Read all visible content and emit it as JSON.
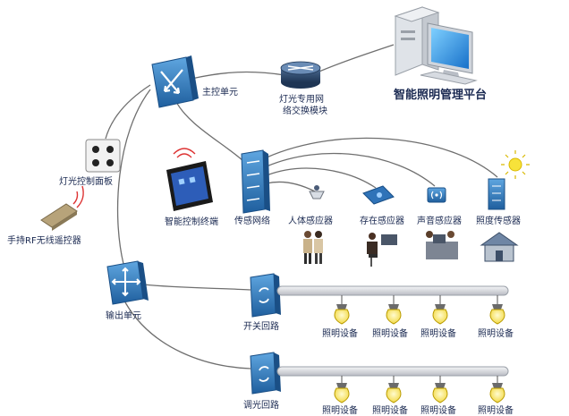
{
  "nodes": {
    "main_control": "主控单元",
    "switch_module": "灯光专用网\n络交换模块",
    "platform": "智能照明管理平台",
    "light_panel": "灯光控制面板",
    "rf_remote": "手持RF无线遥控器",
    "smart_terminal": "智能控制终端",
    "sensor_network": "传感网络",
    "output_unit": "输出单元",
    "switch_loop": "开关回路",
    "dimmer_loop": "调光回路"
  },
  "sensors": [
    "人体感应器",
    "存在感应器",
    "声音感应器",
    "照度传感器"
  ],
  "lights": {
    "row1": [
      "照明设备",
      "照明设备",
      "照明设备",
      "照明设备"
    ],
    "row2": [
      "照明设备",
      "照明设备",
      "照明设备",
      "照明设备"
    ]
  },
  "colors": {
    "node_blue": "#2f73b8",
    "line_gray": "#6f6f6f",
    "bus_gray": "#c9ccd2",
    "label": "#1b2a52"
  }
}
